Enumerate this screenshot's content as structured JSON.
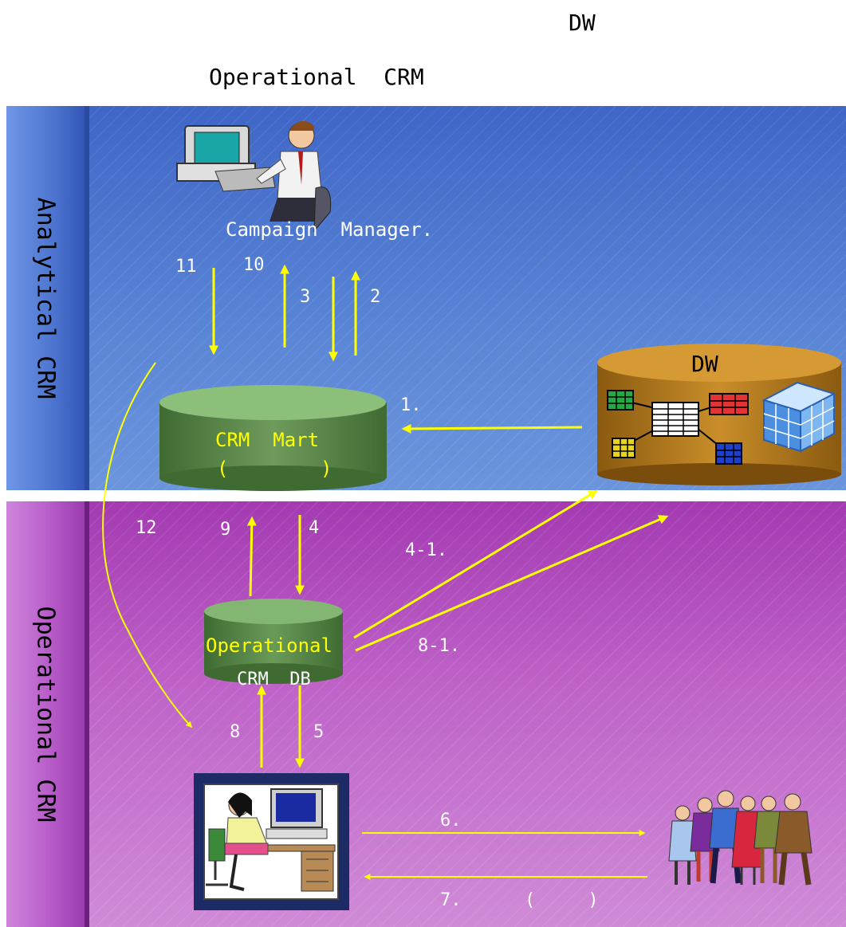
{
  "header": {
    "line1": "DW",
    "line2": "Operational  CRM"
  },
  "sections": {
    "analytical": {
      "label": "Analytical  CRM",
      "color": "#4d75cf"
    },
    "operational": {
      "label": "Operational  CRM",
      "color": "#b559c7"
    }
  },
  "nodes": {
    "campaign_manager": {
      "label": "Campaign  Manager.",
      "icon": "person-at-computer-icon"
    },
    "crm_mart": {
      "line1": "CRM  Mart",
      "line2": "(        )"
    },
    "dw": {
      "label": "DW",
      "icons": [
        "table-icon",
        "cube-icon"
      ]
    },
    "operational_db": {
      "line1": "Operational",
      "line2": "CRM  DB"
    },
    "call_center": {
      "icon": "call-center-agent-icon"
    },
    "customers": {
      "icon": "customers-group-icon"
    }
  },
  "flows": {
    "f11": "11",
    "f10": "10",
    "f3": "3",
    "f2": "2",
    "f1": "1.",
    "f12": "12",
    "f9": "9",
    "f4": "4",
    "f4_1": "4-1.",
    "f8_1": "8-1.",
    "f8": "8",
    "f5": "5",
    "f6": "6.",
    "f7": "7.      (     )"
  },
  "colors": {
    "arrow": "#ffff00",
    "arrow_white": "#ffffff",
    "mart_cylinder": "#5f8f4d",
    "dw_cylinder": "#c0841a"
  }
}
